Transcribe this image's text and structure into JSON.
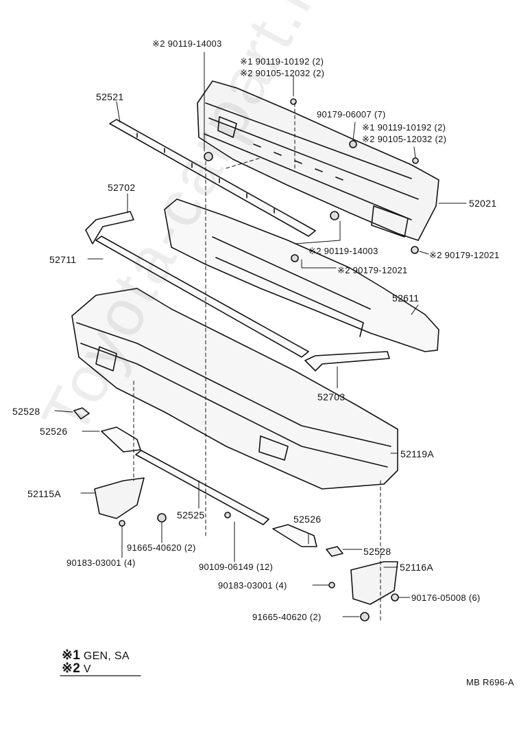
{
  "parts": {
    "p52521": "52521",
    "p52702": "52702",
    "p52711": "52711",
    "p52611": "52611",
    "p52703": "52703",
    "p52021": "52021",
    "p52528_l": "52528",
    "p52526_l": "52526",
    "p52119A": "52119A",
    "p52115A": "52115A",
    "p52525": "52525",
    "p52526_r": "52526",
    "p52528_r": "52528",
    "p52116A": "52116A",
    "b_top": "※2 90119-14003",
    "b_top2a": "※1 90119-10192 (2)",
    "b_top2b": "※2 90105-12032 (2)",
    "n_90179_06007": "90179-06007 (7)",
    "b_right_a": "※1 90119-10192 (2)",
    "b_right_b": "※2 90105-12032 (2)",
    "b_mid": "※2 90119-14003",
    "n_mid": "※2 90179-12021",
    "n_right": "※2 90179-12021",
    "c_91665_l": "91665-40620 (2)",
    "c_90183_l": "90183-03001 (4)",
    "b_90109": "90109-06149 (12)",
    "c_90183_r": "90183-03001 (4)",
    "n_90176": "90176-05008 (6)",
    "c_91665_r": "91665-40620 (2)"
  },
  "legend": {
    "k1_mark": "※1",
    "k1_text": "GEN, SA",
    "k2_mark": "※2",
    "k2_text": "V"
  },
  "code": "MB R696-A",
  "watermark": "Toyota-carpart.ru"
}
